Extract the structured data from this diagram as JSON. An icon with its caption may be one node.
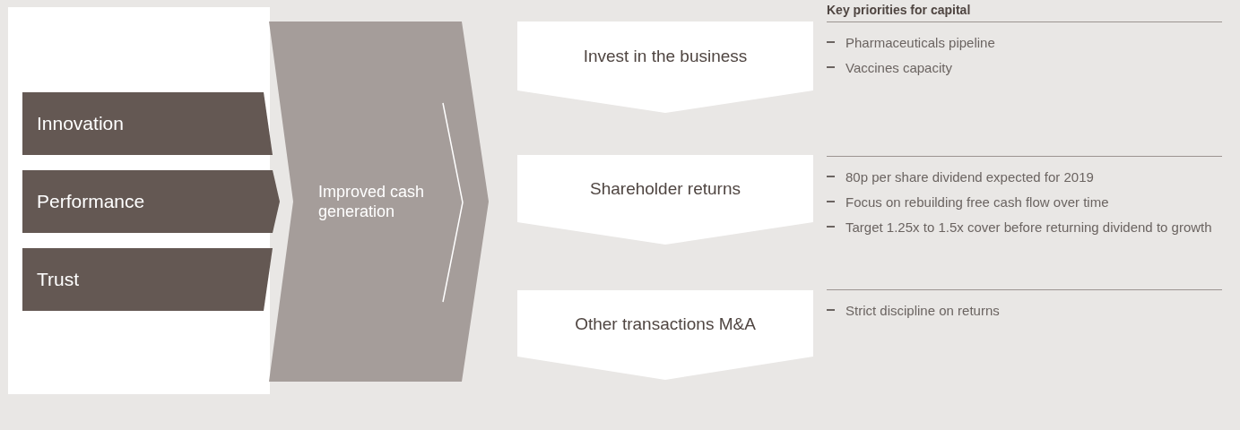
{
  "diagram": {
    "nodes": [
      {
        "text": [
          "Innovation"
        ]
      },
      {
        "text": [
          "Performance"
        ]
      },
      {
        "text": [
          "Trust"
        ]
      },
      {
        "text": [
          "Improved cash generation"
        ]
      },
      {
        "text": [
          "Invest in the business"
        ]
      },
      {
        "text": [
          "Shareholder returns"
        ]
      },
      {
        "text": [
          "Other transactions M&A"
        ]
      }
    ],
    "labels": [
      "Key priorities for capital",
      "Pharmaceuticals pipeline",
      "Vaccines capacity",
      "80p per share dividend expected for 2019",
      "Focus on rebuilding free cash flow over time",
      "Target 1.25x to 1.5x cover before returning dividend to growth",
      "Strict discipline on returns"
    ]
  }
}
